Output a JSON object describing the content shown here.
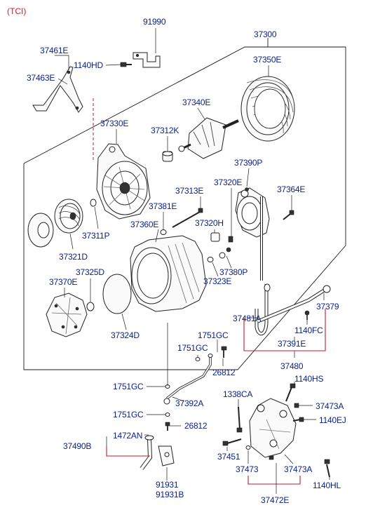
{
  "header": {
    "variant": "(TCI)"
  },
  "colors": {
    "label": "#0a1f8a",
    "header": "#e0132b",
    "leader_red": "#c41a2a",
    "outline": "#1a1a1a"
  },
  "parts": {
    "p91990": "91990",
    "p37300": "37300",
    "p37461E": "37461E",
    "p1140HD": "1140HD",
    "p37350E": "37350E",
    "p37463E": "37463E",
    "p37340E": "37340E",
    "p37330E": "37330E",
    "p37312K": "37312K",
    "p37390P": "37390P",
    "p37313E": "37313E",
    "p37320E": "37320E",
    "p37364E": "37364E",
    "p37381E": "37381E",
    "p37320H": "37320H",
    "p37311P": "37311P",
    "p37360E": "37360E",
    "p37321D": "37321D",
    "p37380P": "37380P",
    "p37325D": "37325D",
    "p37323E": "37323E",
    "p37370E": "37370E",
    "p37379": "37379",
    "p37481A": "37481A",
    "p1140FC": "1140FC",
    "p37324D": "37324D",
    "p37391E": "37391E",
    "p1751GC_a": "1751GC",
    "p1751GC_b": "1751GC",
    "p26812_a": "26812",
    "p37480": "37480",
    "p1140HS": "1140HS",
    "p1751GC_c": "1751GC",
    "p1338CA": "1338CA",
    "p37392A": "37392A",
    "p37473A_a": "37473A",
    "p1751GC_d": "1751GC",
    "p1140EJ": "1140EJ",
    "p26812_b": "26812",
    "p37490B": "37490B",
    "p1472AN": "1472AN",
    "p37451": "37451",
    "p37473": "37473",
    "p37473A_b": "37473A",
    "p91931": "91931",
    "p91931B": "91931B",
    "p1140HL": "1140HL",
    "p37472E": "37472E"
  }
}
